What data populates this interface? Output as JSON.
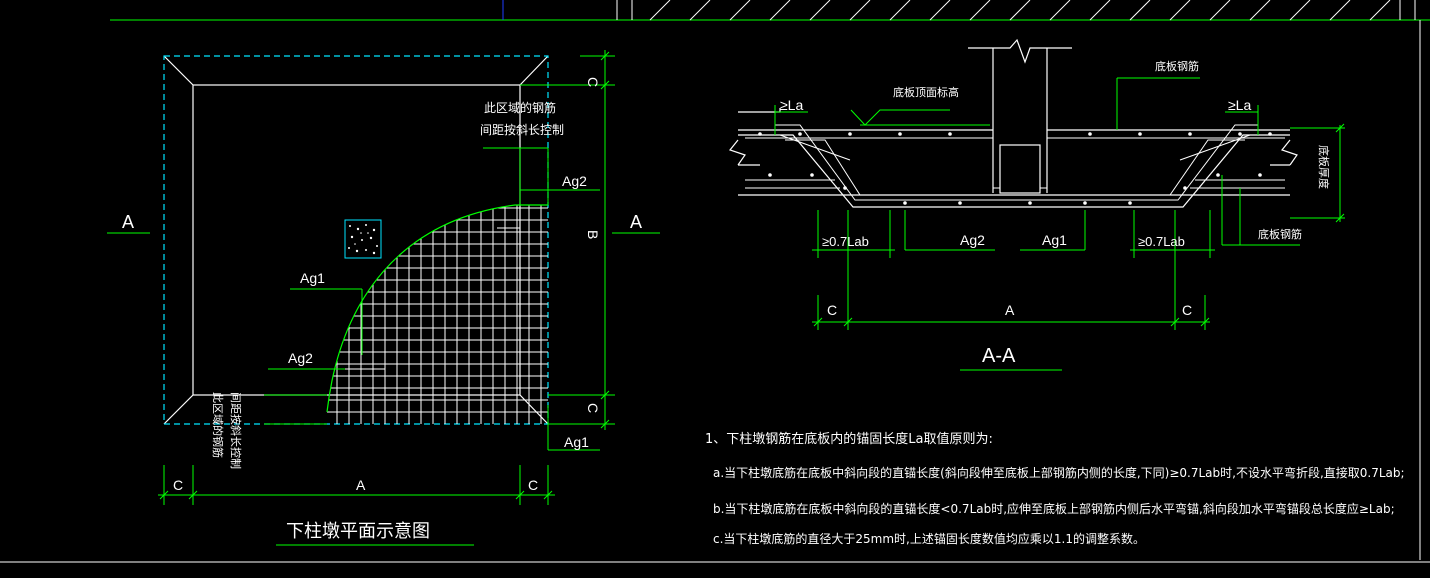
{
  "plan": {
    "label_c_top": "C",
    "label_c_bottom": "C",
    "label_b": "B",
    "label_a_right": "A",
    "label_a_left": "A",
    "label_c_left": "C",
    "label_a_bottom": "A",
    "label_c_right": "C",
    "note_top": [
      "此区域的钢筋",
      "间距按斜长控制"
    ],
    "note_left": [
      "此区域的钢筋",
      "间距按斜长控制"
    ],
    "ag2_top": "Ag2",
    "ag1_mid": "Ag1",
    "ag2_left": "Ag2",
    "ag1_bottom": "Ag1",
    "title": "下柱墩平面示意图"
  },
  "section": {
    "la_left": "≥La",
    "la_right": "≥La",
    "slab_top_elev": "底板顶面标高",
    "slab_rebar_top": "底板钢筋",
    "slab_thickness": "底板厚度",
    "slab_rebar_right": "底板钢筋",
    "lab_left": "≥0.7Lab",
    "lab_right": "≥0.7Lab",
    "ag2": "Ag2",
    "ag1": "Ag1",
    "dim_c_left": "C",
    "dim_a": "A",
    "dim_c_right": "C",
    "title": "A-A"
  },
  "notes": {
    "line1": "1、下柱墩钢筋在底板内的锚固长度La取值原则为:",
    "line2": "a.当下柱墩底筋在底板中斜向段的直锚长度(斜向段伸至底板上部钢筋内侧的长度,下同)≥0.7Lab时,不设水平弯折段,直接取0.7Lab;",
    "line3": "b.当下柱墩底筋在底板中斜向段的直锚长度<0.7Lab时,应伸至底板上部钢筋内侧后水平弯锚,斜向段加水平弯锚段总长度应≥Lab;",
    "line4": "c.当下柱墩底筋的直径大于25mm时,上述锚固长度数值均应乘以1.1的调整系数。"
  },
  "colors": {
    "background": "#000000",
    "white": "#ffffff",
    "green": "#00ff00",
    "cyan": "#00e5ff",
    "blue": "#0000ff"
  }
}
